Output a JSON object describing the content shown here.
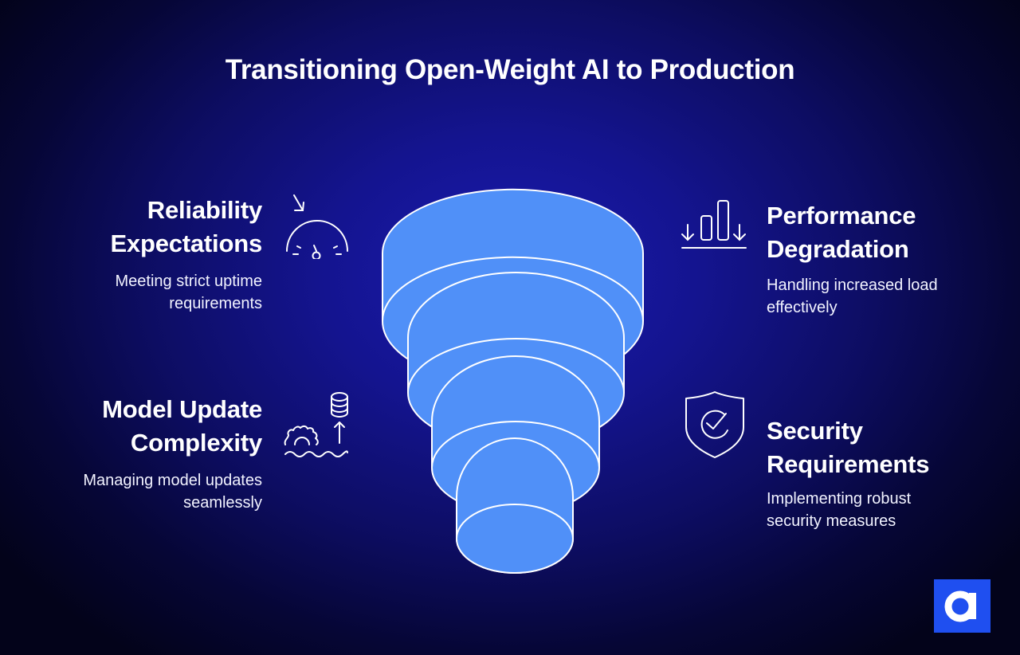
{
  "title": "Transitioning Open-Weight AI to Production",
  "colors": {
    "background_center": "#1a1ab0",
    "background_edge": "#03031a",
    "tier_fill": "#5090f8",
    "tier_stroke": "#ffffff",
    "logo_bg": "#1f4ff0"
  },
  "items": [
    {
      "id": "reliability",
      "heading_line1": "Reliability",
      "heading_line2": "Expectations",
      "desc_line1": "Meeting strict uptime",
      "desc_line2": "requirements",
      "icon": "speedometer-icon",
      "position": "top-left"
    },
    {
      "id": "performance",
      "heading_line1": "Performance",
      "heading_line2": "Degradation",
      "desc_line1": "Handling increased load",
      "desc_line2": "effectively",
      "icon": "bar-chart-down-icon",
      "position": "top-right"
    },
    {
      "id": "model-update",
      "heading_line1": "Model Update",
      "heading_line2": "Complexity",
      "desc_line1": "Managing model updates",
      "desc_line2": "seamlessly",
      "icon": "gear-database-icon",
      "position": "bottom-left"
    },
    {
      "id": "security",
      "heading_line1": "Security",
      "heading_line2": "Requirements",
      "desc_line1": "Implementing robust",
      "desc_line2": "security measures",
      "icon": "shield-check-icon",
      "position": "bottom-right"
    }
  ],
  "diagram": {
    "type": "stacked-cylinder-funnel",
    "tiers": 4
  },
  "logo": {
    "letter": "a"
  }
}
